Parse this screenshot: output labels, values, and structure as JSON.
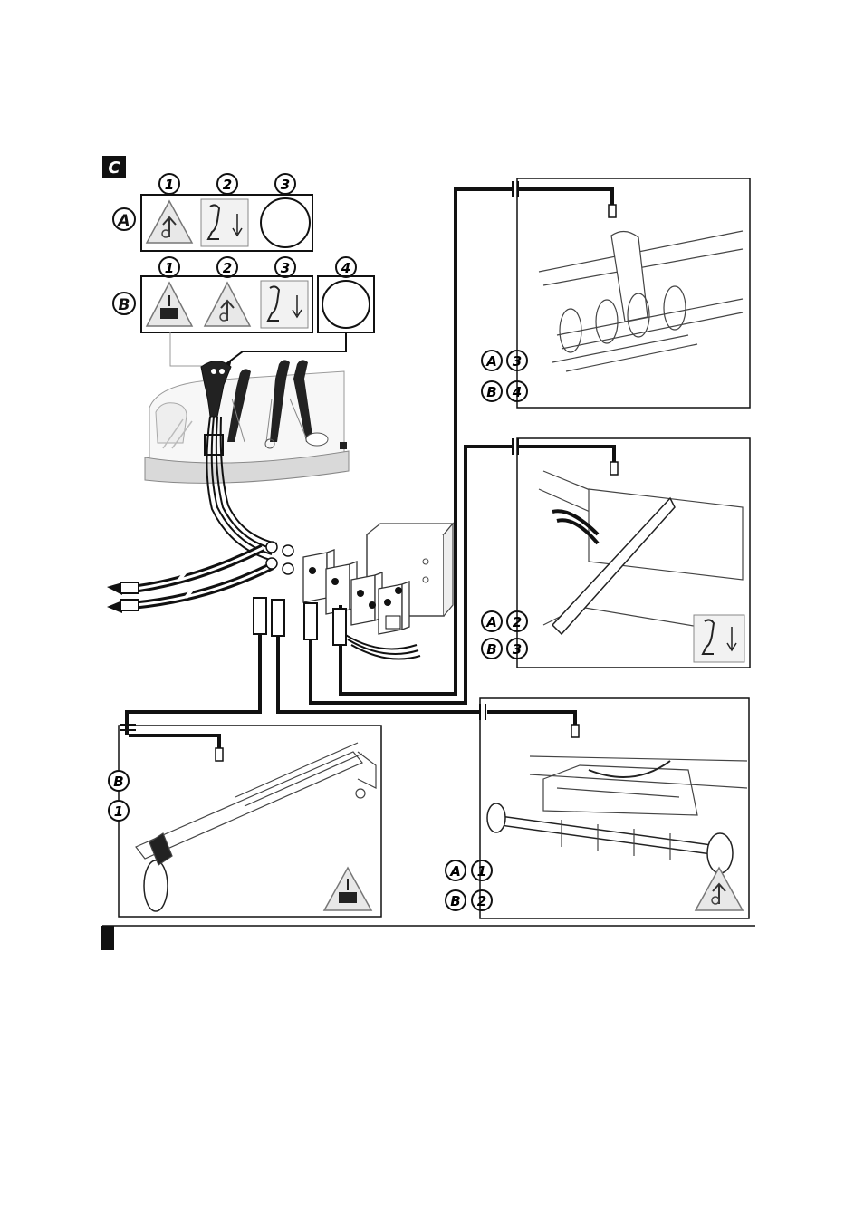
{
  "figure": {
    "section_letter": "C",
    "panel_a": {
      "row_label": "A",
      "slot_numbers": [
        "1",
        "2",
        "3"
      ]
    },
    "panel_b": {
      "row_label": "B",
      "slot_numbers": [
        "1",
        "2",
        "3",
        "4"
      ]
    },
    "callouts": {
      "top_right": [
        {
          "letter": "A",
          "number": "3"
        },
        {
          "letter": "B",
          "number": "4"
        }
      ],
      "middle_right": [
        {
          "letter": "A",
          "number": "2"
        },
        {
          "letter": "B",
          "number": "3"
        }
      ],
      "bottom_left": [
        {
          "letter": "B",
          "number": "1"
        }
      ],
      "bottom_right": [
        {
          "letter": "A",
          "number": "1"
        },
        {
          "letter": "B",
          "number": "2"
        }
      ]
    }
  },
  "colors": {
    "ink": "#111111",
    "paper": "#ffffff",
    "shade": "#d9d9d9"
  },
  "icons": [
    "lift-warning-icon",
    "joystick-icon",
    "arrow-down-icon",
    "section-marker-icon"
  ]
}
